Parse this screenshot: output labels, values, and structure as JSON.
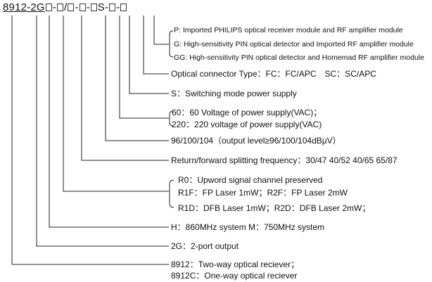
{
  "code": {
    "prefix": "8912-2G",
    "sep1": "-",
    "slash": "/",
    "sep2": "-",
    "sep3": "-",
    "s_letter": "S",
    "sep4": "-",
    "sep5": "-"
  },
  "labels": {
    "module_p": "P: Imported PHILIPS optical receiver module and RF amplifier module",
    "module_g": "G: High-sensitivity PIN optical detector and Imported  RF amplifier module",
    "module_gg": "GG: High-sensitivity PIN optical detector and Homemad  RF amplifier module",
    "connector": "Optical connector Type：FC：FC/APC　SC：SC/APC",
    "switching": "S：Switching mode power supply",
    "voltage_60": "60：60 Voltage of power supply(VAC)；",
    "voltage_220": "220：220 voltage of power supply(VAC)",
    "output_level": "96/100/104（output level≥96/100/104dBμV）",
    "splitting": "Return/forward splitting frequency：30/47  40/52  40/65  65/87",
    "r0": "R0：Upword signal channel preserved",
    "r1": "R1F：FP Laser 1mW；R2F：FP Laser 2mW",
    "r2": "R1D：DFB Laser 1mW；R2D：DFB Laser 2mW；",
    "freq": "H：860MHz system     M：750MHz system",
    "ports": "2G：2-port output",
    "model_2way": "8912：Two-way optical reciever；",
    "model_1way": "8912C：One-way optical reciever"
  }
}
